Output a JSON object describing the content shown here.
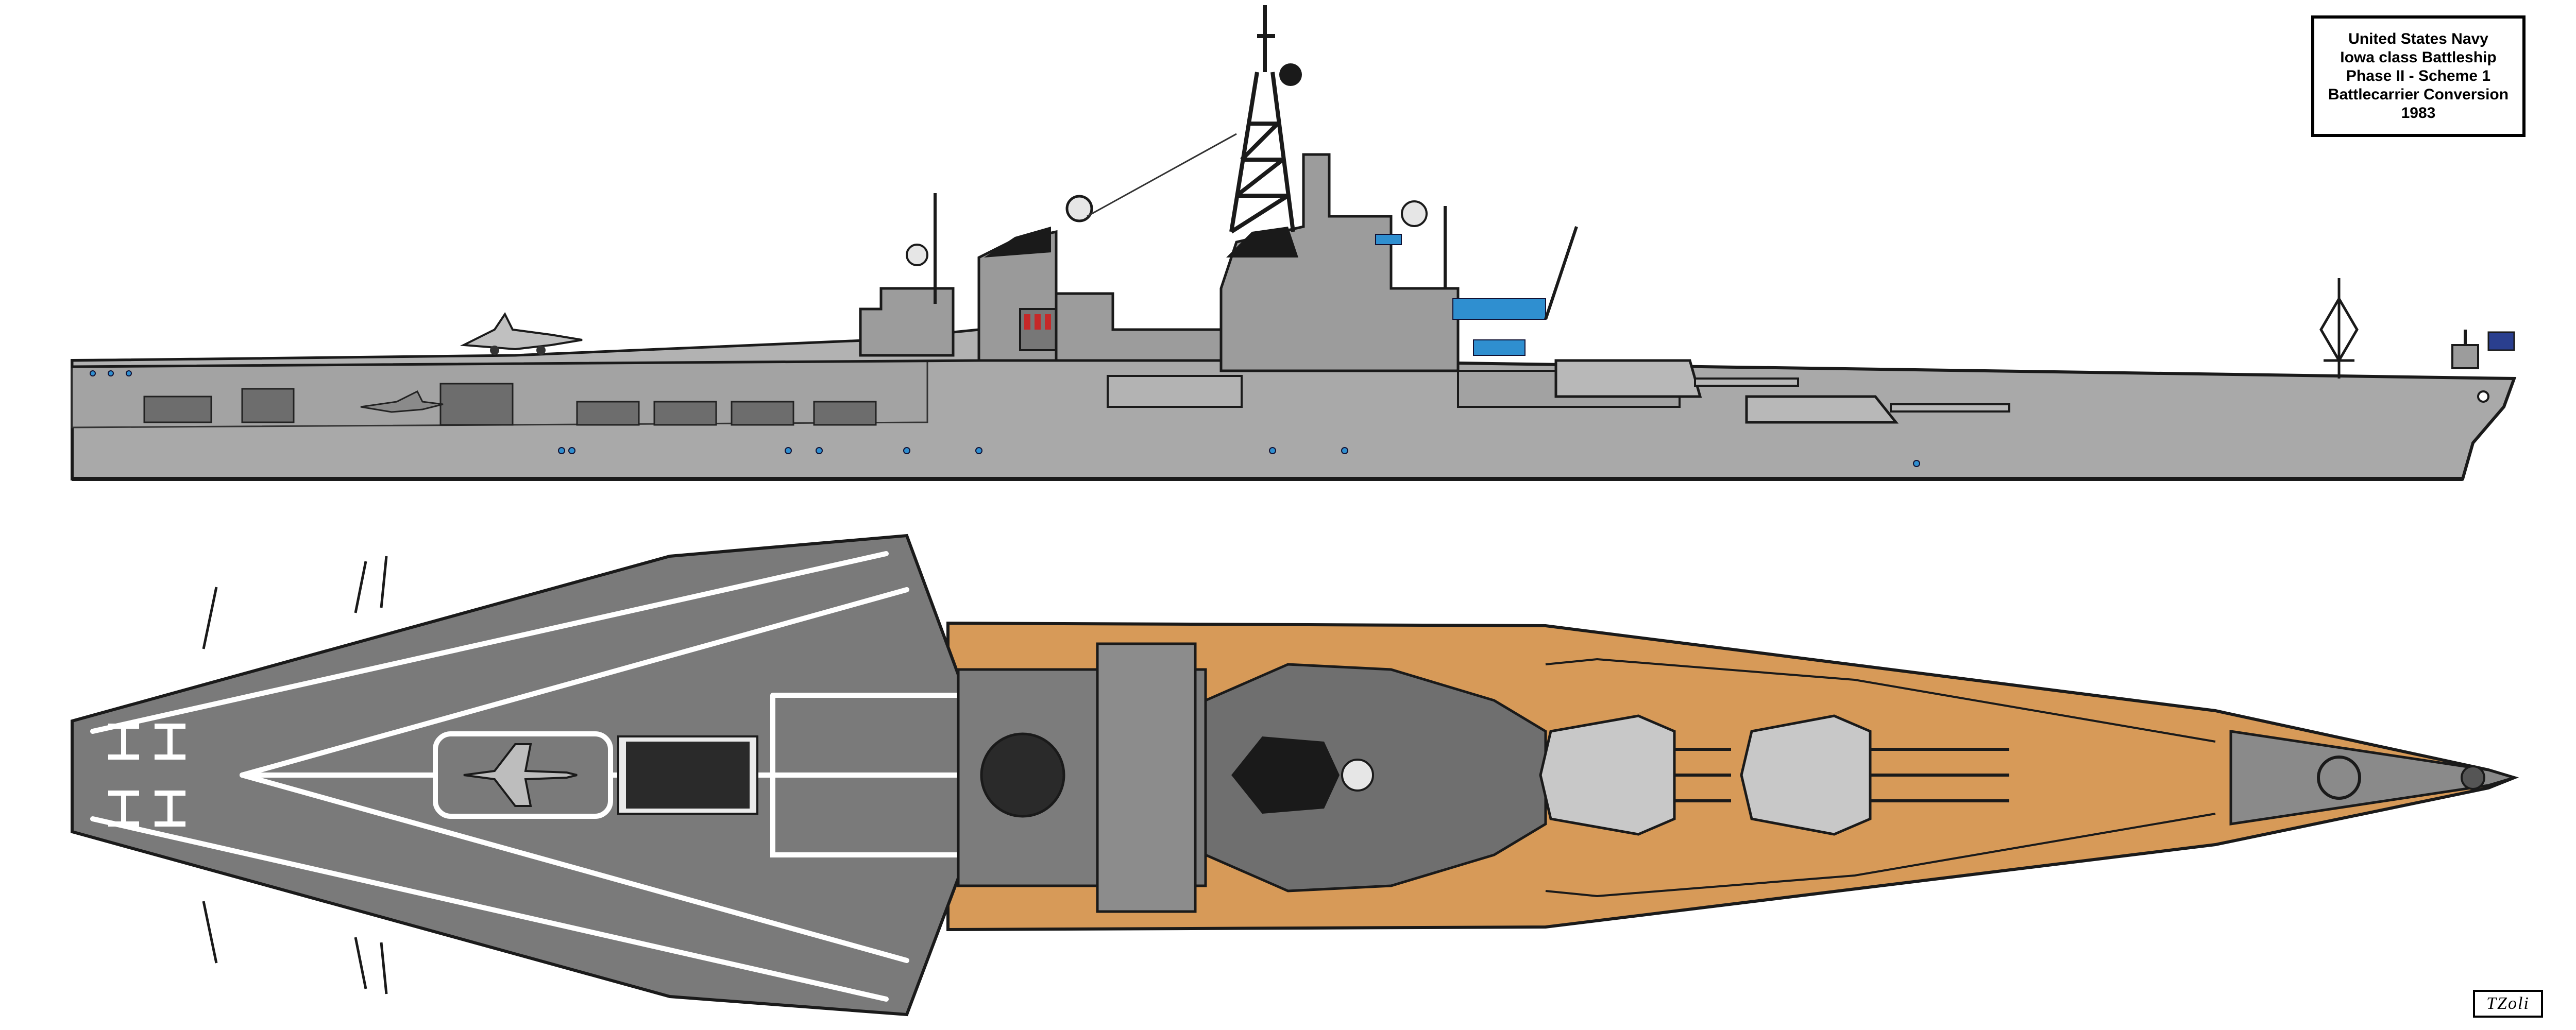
{
  "title_block": {
    "line1": "United States Navy",
    "line2": "Iowa class Battleship",
    "line3": "Phase II - Scheme 1",
    "line4": "Battlecarrier Conversion",
    "line5": "1983"
  },
  "signature": {
    "text": "TZoli"
  },
  "colors": {
    "hull": "#a9a9a9",
    "hull_outline": "#1a1a1a",
    "superstructure": "#9c9c9c",
    "flight_deck": "#7a7a7a",
    "deck_markings": "#ffffff",
    "teak_deck": "#d79a58",
    "turret_top": "#c8c8c8",
    "window_blue": "#2f8fd0",
    "mast": "#1a1a1a",
    "flag": "#2a3f8f"
  },
  "icons": [
    "radar-dome-icon",
    "aircraft-icon",
    "flag-icon",
    "main-gun-turret-icon",
    "mast-icon"
  ]
}
